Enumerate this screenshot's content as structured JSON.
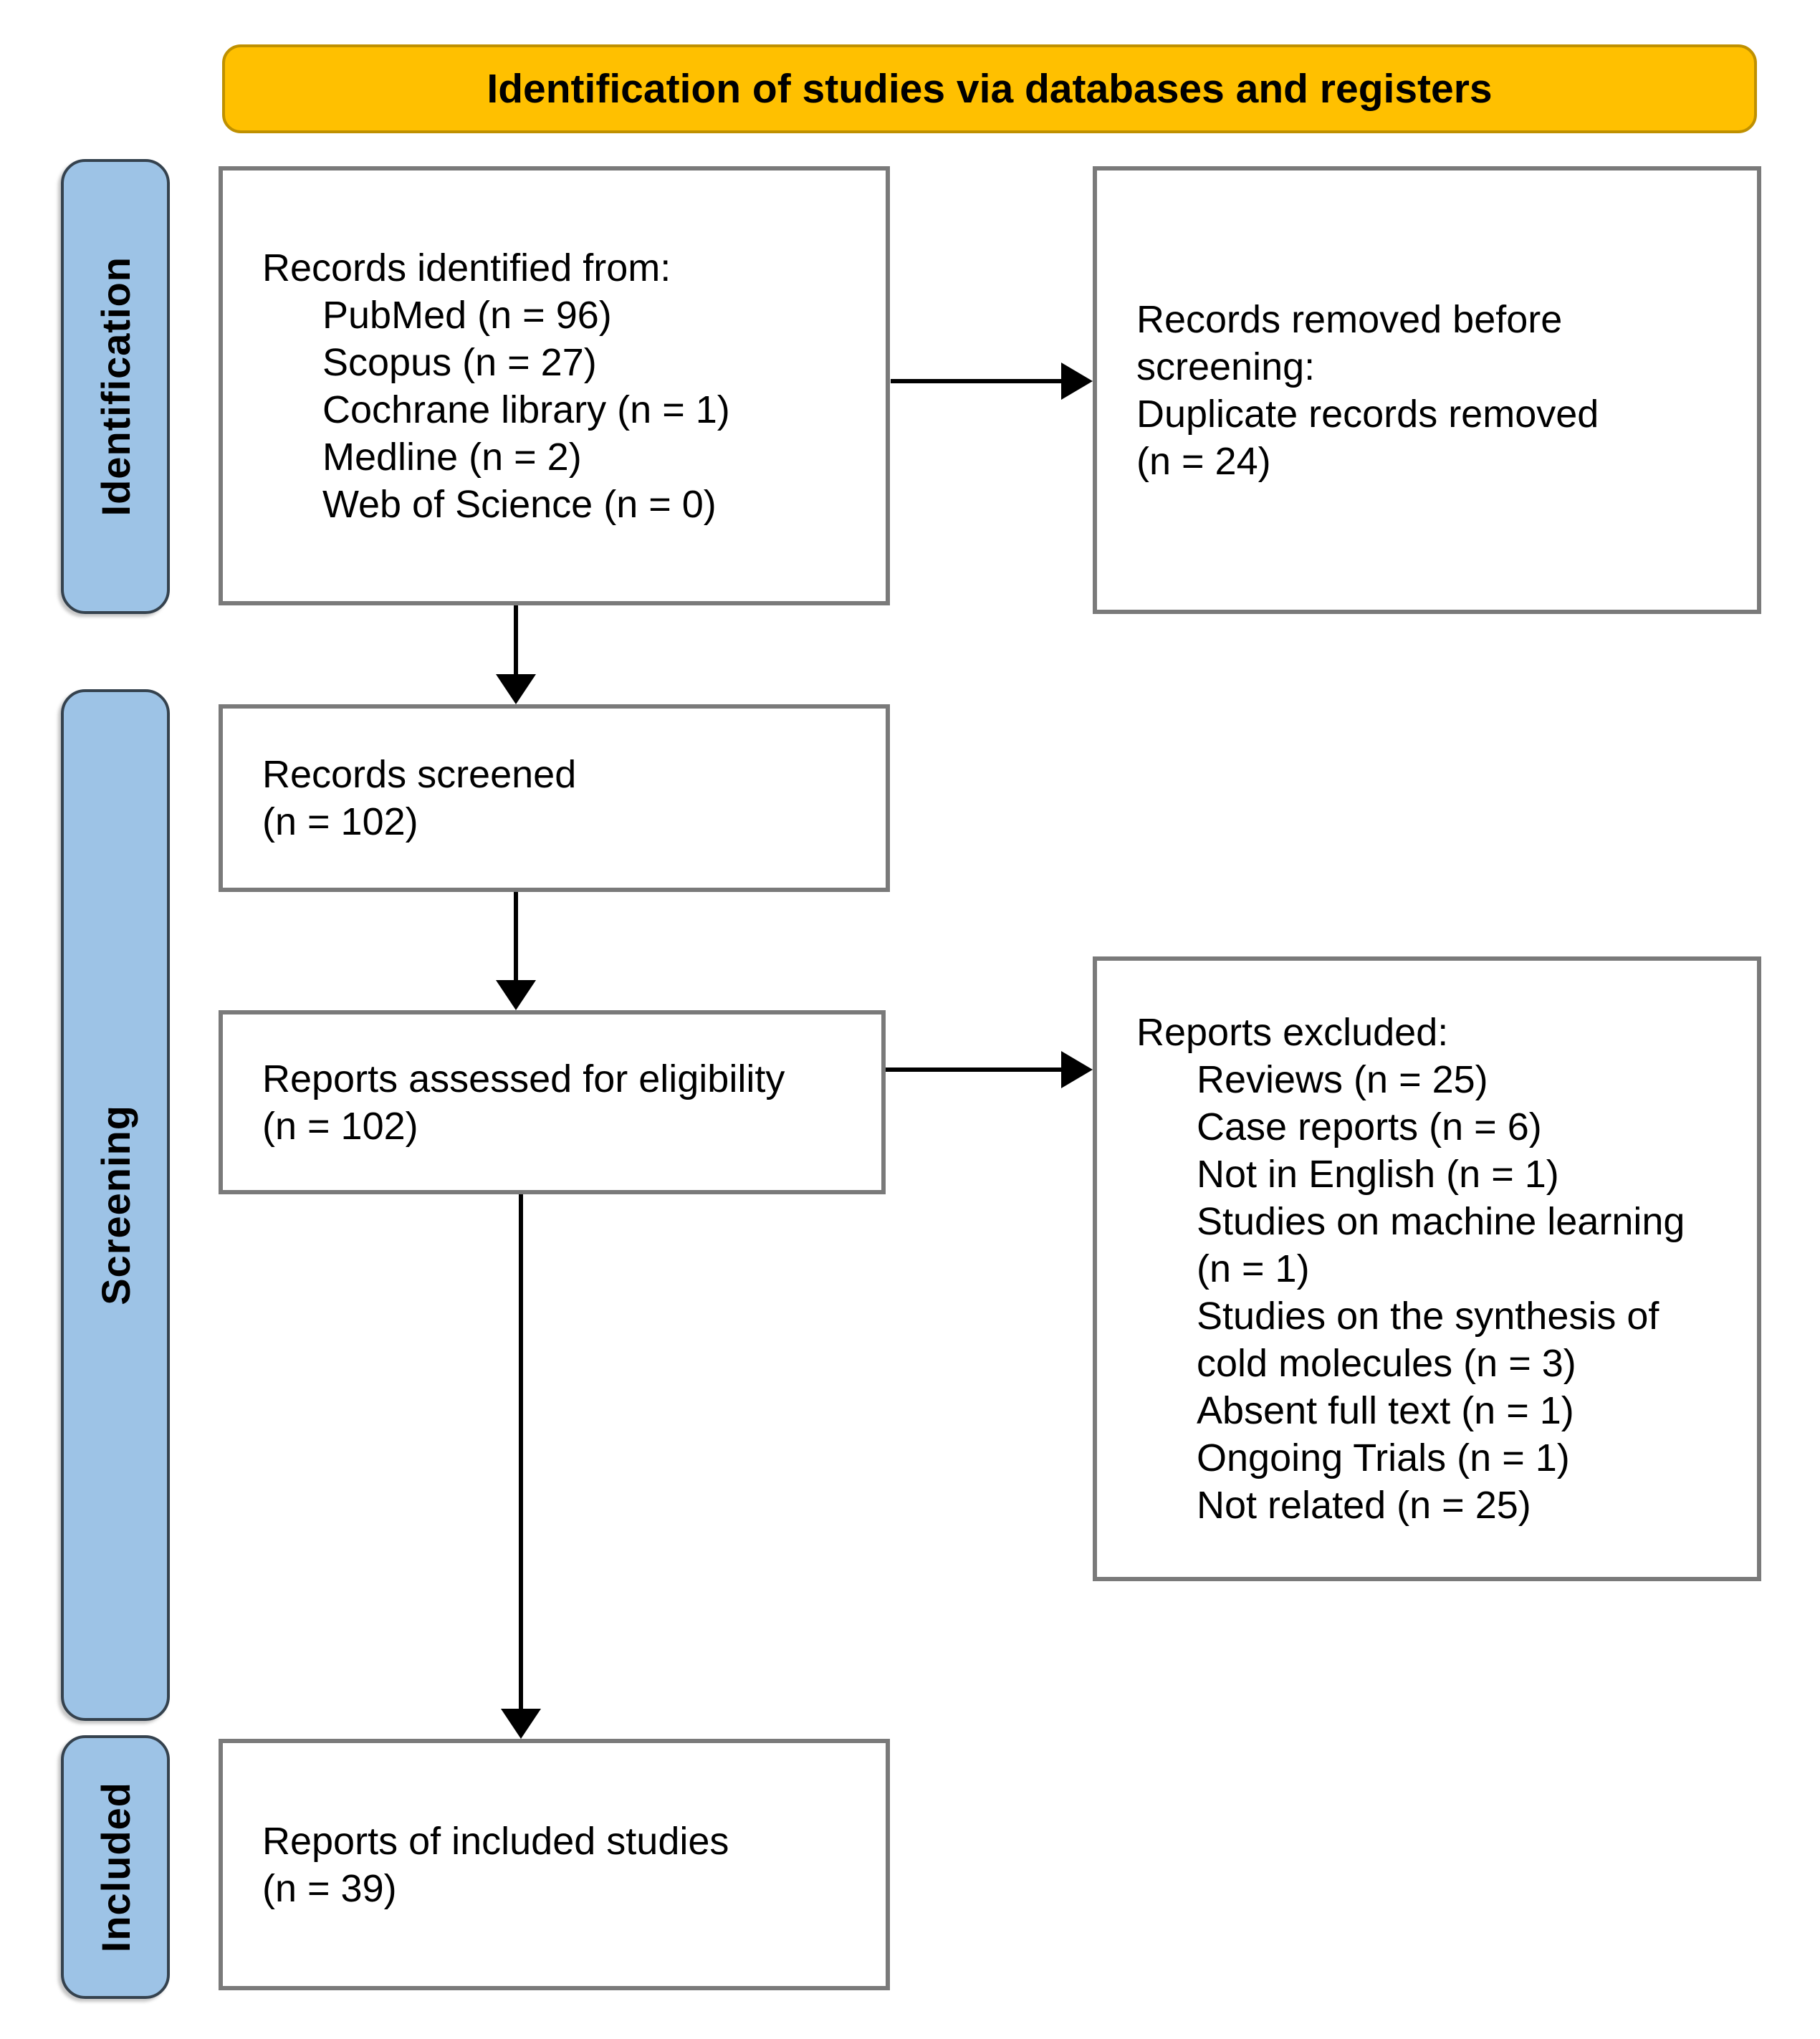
{
  "banner": {
    "title": "Identification of studies via databases and registers"
  },
  "sidebar": {
    "identification": "Identification",
    "screening": "Screening",
    "included": "Included"
  },
  "boxes": {
    "records_identified": {
      "lines": [
        "Records identified from:",
        "PubMed (n = 96)",
        "Scopus (n = 27)",
        "Cochrane library (n = 1)",
        "Medline (n = 2)",
        "Web of Science (n = 0)"
      ]
    },
    "records_removed": {
      "lines": [
        "Records removed before",
        "screening:",
        "Duplicate records removed",
        "(n = 24)"
      ]
    },
    "records_screened": {
      "lines": [
        "Records screened",
        "(n = 102)"
      ]
    },
    "reports_assessed": {
      "lines": [
        "Reports assessed for eligibility",
        "(n = 102)"
      ]
    },
    "reports_excluded": {
      "lines": [
        "Reports excluded:",
        "Reviews (n = 25)",
        "Case reports (n = 6)",
        "Not in English (n = 1)",
        "Studies on machine learning",
        "(n = 1)",
        "Studies on the synthesis of",
        "cold molecules (n = 3)",
        "Absent full text (n = 1)",
        "Ongoing Trials (n = 1)",
        "Not related (n = 25)"
      ]
    },
    "included_studies": {
      "lines": [
        "Reports of included studies",
        "(n = 39)"
      ]
    }
  },
  "colors": {
    "banner_fill": "#FFC000",
    "banner_border": "#BF9000",
    "stage_fill": "#9DC3E6",
    "stage_border": "#35424E",
    "box_border": "#7A7A7A",
    "arrow": "#000000"
  }
}
